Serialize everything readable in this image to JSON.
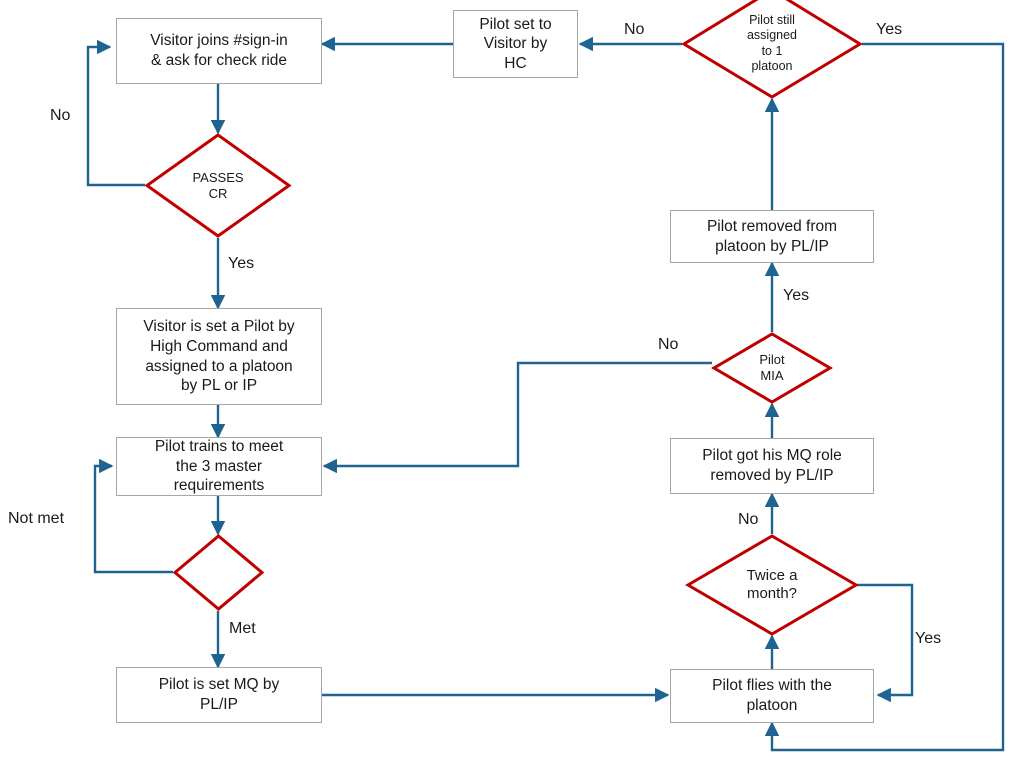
{
  "diagram": {
    "title": "Pilot check-ride and platoon membership flowchart",
    "colors": {
      "process_border": "#a6a6a6",
      "decision_border": "#c00000",
      "connector": "#1f6391",
      "text": "#1a1a1a",
      "background": "#ffffff"
    },
    "nodes": [
      {
        "id": "visitor-joins",
        "type": "process",
        "text": "Visitor joins #sign-in\n& ask for check ride"
      },
      {
        "id": "passes-cr",
        "type": "decision",
        "text": "PASSES\nCR"
      },
      {
        "id": "visitor-set-pilot",
        "type": "process",
        "text": "Visitor is set a Pilot by\nHigh Command and\nassigned to a platoon\nby PL or IP"
      },
      {
        "id": "pilot-trains",
        "type": "process",
        "text": "Pilot trains to meet\nthe 3 master\nrequirements"
      },
      {
        "id": "requirements-check",
        "type": "decision",
        "text": ""
      },
      {
        "id": "pilot-set-mq",
        "type": "process",
        "text": "Pilot is set MQ by\nPL/IP"
      },
      {
        "id": "pilot-set-visitor",
        "type": "process",
        "text": "Pilot set to\nVisitor by\nHC"
      },
      {
        "id": "pilot-still-assigned",
        "type": "decision",
        "text": "Pilot still\nassigned\nto 1\nplatoon"
      },
      {
        "id": "pilot-removed",
        "type": "process",
        "text": "Pilot removed from\nplatoon by PL/IP"
      },
      {
        "id": "pilot-mia",
        "type": "decision",
        "text": "Pilot\nMIA"
      },
      {
        "id": "mq-role-removed",
        "type": "process",
        "text": "Pilot got his MQ role\nremoved by PL/IP"
      },
      {
        "id": "twice-a-month",
        "type": "decision",
        "text": "Twice a\nmonth?"
      },
      {
        "id": "pilot-flies",
        "type": "process",
        "text": "Pilot flies with the\nplatoon"
      }
    ],
    "edge_labels": [
      {
        "id": "no-passes-cr",
        "text": "No"
      },
      {
        "id": "yes-passes-cr",
        "text": "Yes"
      },
      {
        "id": "not-met",
        "text": "Not met"
      },
      {
        "id": "met",
        "text": "Met"
      },
      {
        "id": "no-still-assigned",
        "text": "No"
      },
      {
        "id": "yes-still-assigned",
        "text": "Yes"
      },
      {
        "id": "yes-pilot-mia",
        "text": "Yes"
      },
      {
        "id": "no-pilot-mia",
        "text": "No"
      },
      {
        "id": "no-twice-a-month",
        "text": "No"
      },
      {
        "id": "yes-twice-a-month",
        "text": "Yes"
      }
    ]
  }
}
